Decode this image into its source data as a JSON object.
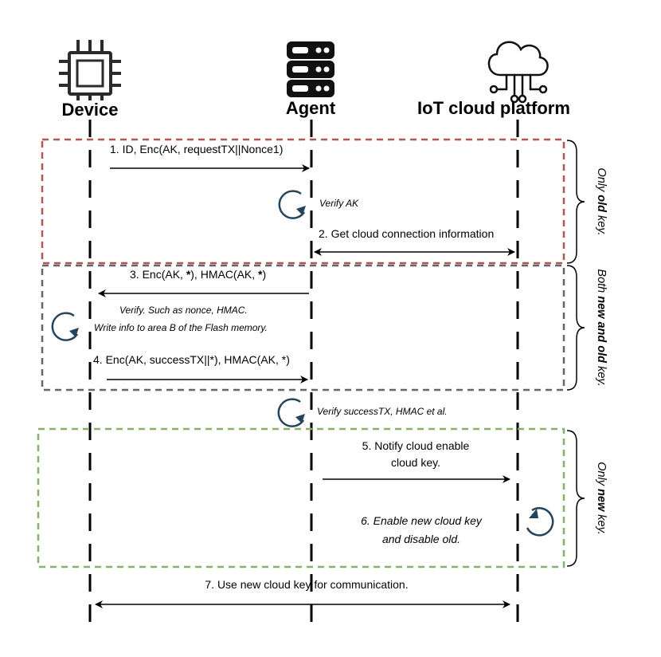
{
  "actors": {
    "device": "Device",
    "agent": "Agent",
    "cloud": "IoT cloud platform"
  },
  "messages": {
    "m1": "1. ID, Enc(AK, requestTX||Nonce1)",
    "m2": "2. Get cloud connection information",
    "m3_a": "3. Enc(AK, ",
    "m3_b": "*",
    "m3_c": "), HMAC(AK, ",
    "m3_d": "*",
    "m3_e": ")",
    "m4": "4. Enc(AK, successTX||*), HMAC(AK, *)",
    "m5_line1": "5. Notify cloud enable",
    "m5_line2": "cloud key.",
    "m6_line1": "6. Enable new cloud key",
    "m6_line2": "and disable old.",
    "m7": "7. Use new cloud key for communication."
  },
  "notes": {
    "verify_ak": "Verify AK",
    "verify_nonce": "Verify. Such as nonce, HMAC.",
    "write_info": "Write info to area B of the Flash memory.",
    "verify_success": "Verify successTX, HMAC et al."
  },
  "side_labels": {
    "old_pre": "Only ",
    "old_bold": "old",
    "old_post": " key.",
    "both_pre": "Both ",
    "both_bold": "new and old",
    "both_post": " key.",
    "new_pre": "Only ",
    "new_bold": "new",
    "new_post": " key."
  },
  "colors": {
    "old_region": "#b85450",
    "both_region": "#666666",
    "new_region": "#82b366",
    "loop_icon": "#23445d"
  },
  "icons": {
    "device": "chip-icon",
    "agent": "server-icon",
    "cloud": "cloud-network-icon",
    "process": "refresh-loop-icon"
  }
}
